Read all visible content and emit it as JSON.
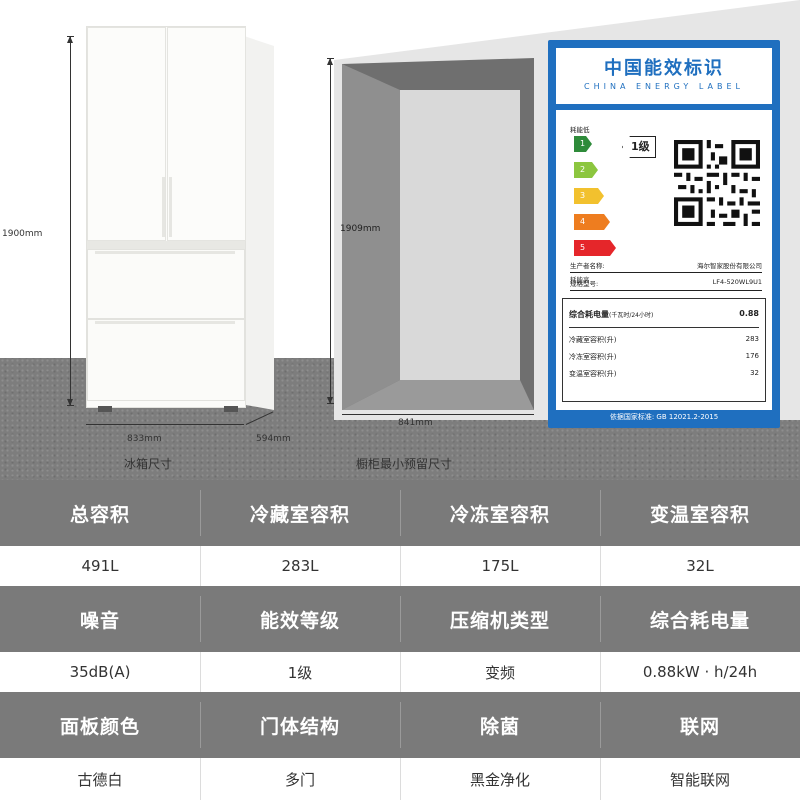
{
  "illustration": {
    "fridge_height_label": "1900mm",
    "fridge_width_label": "833mm",
    "fridge_depth_label": "594mm",
    "fridge_caption": "冰箱尺寸",
    "cabinet_height_label": "1909mm",
    "cabinet_width_label": "841mm",
    "cabinet_caption": "橱柜最小预留尺寸"
  },
  "energy_label": {
    "title_cn": "中国能效标识",
    "title_en": "CHINA ENERGY LABEL",
    "low_note": "耗能低",
    "high_note": "耗能高",
    "grades": [
      "1",
      "2",
      "3",
      "4",
      "5"
    ],
    "grade_colors": [
      "#2e8b3a",
      "#8cc63f",
      "#f2c12e",
      "#ee7d1f",
      "#e5262a"
    ],
    "current_grade": "1级",
    "producer_label": "生产者名称:",
    "producer_value": "海尔智家股份有限公司",
    "model_label": "规格型号:",
    "model_value": "LF4-520WL9U1",
    "spec_main_label": "综合耗电量",
    "spec_main_unit": "(千瓦时/24小时)",
    "spec_main_value": "0.88",
    "spec_rows": [
      {
        "label": "冷藏室容积(升)",
        "value": "283"
      },
      {
        "label": "冷冻室容积(升)",
        "value": "176"
      },
      {
        "label": "变温室容积(升)",
        "value": "32"
      }
    ],
    "footer": "依据国家标准: GB 12021.2-2015"
  },
  "spec_table": {
    "rows": [
      {
        "headers": [
          "总容积",
          "冷藏室容积",
          "冷冻室容积",
          "变温室容积"
        ],
        "values": [
          "491L",
          "283L",
          "175L",
          "32L"
        ]
      },
      {
        "headers": [
          "噪音",
          "能效等级",
          "压缩机类型",
          "综合耗电量"
        ],
        "values": [
          "35dB(A)",
          "1级",
          "变频",
          "0.88kW · h/24h"
        ]
      },
      {
        "headers": [
          "面板颜色",
          "门体结构",
          "除菌",
          "联网"
        ],
        "values": [
          "古德白",
          "多门",
          "黑金净化",
          "智能联网"
        ]
      }
    ]
  }
}
